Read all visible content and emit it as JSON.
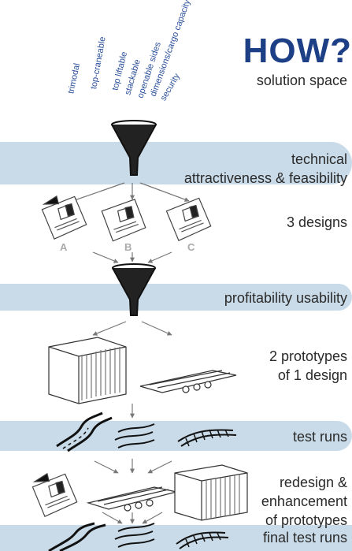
{
  "title": "HOW?",
  "criteria": [
    "trimodal",
    "top-craneable",
    "top liftable",
    "stackable",
    "openable sides",
    "dimensions/cargo capacity",
    "security"
  ],
  "design_letters": [
    "A",
    "B",
    "C"
  ],
  "stages": [
    {
      "id": "solution-space",
      "text": "solution space"
    },
    {
      "id": "technical",
      "line1": "technical",
      "line2": "attractiveness & feasibility"
    },
    {
      "id": "designs",
      "text": "3 designs"
    },
    {
      "id": "profitability",
      "text": "profitability usability"
    },
    {
      "id": "prototypes",
      "line1": "2 prototypes",
      "line2": "of 1 design"
    },
    {
      "id": "test-runs",
      "text": "test runs"
    },
    {
      "id": "redesign",
      "line1": "redesign &",
      "line2": "enhancement",
      "line3": "of prototypes"
    },
    {
      "id": "final-test-runs",
      "text": "final test runs"
    }
  ],
  "colors": {
    "title": "#1d3f86",
    "stripe": "#c9dbe8",
    "criteria": "#2a4f9a"
  }
}
